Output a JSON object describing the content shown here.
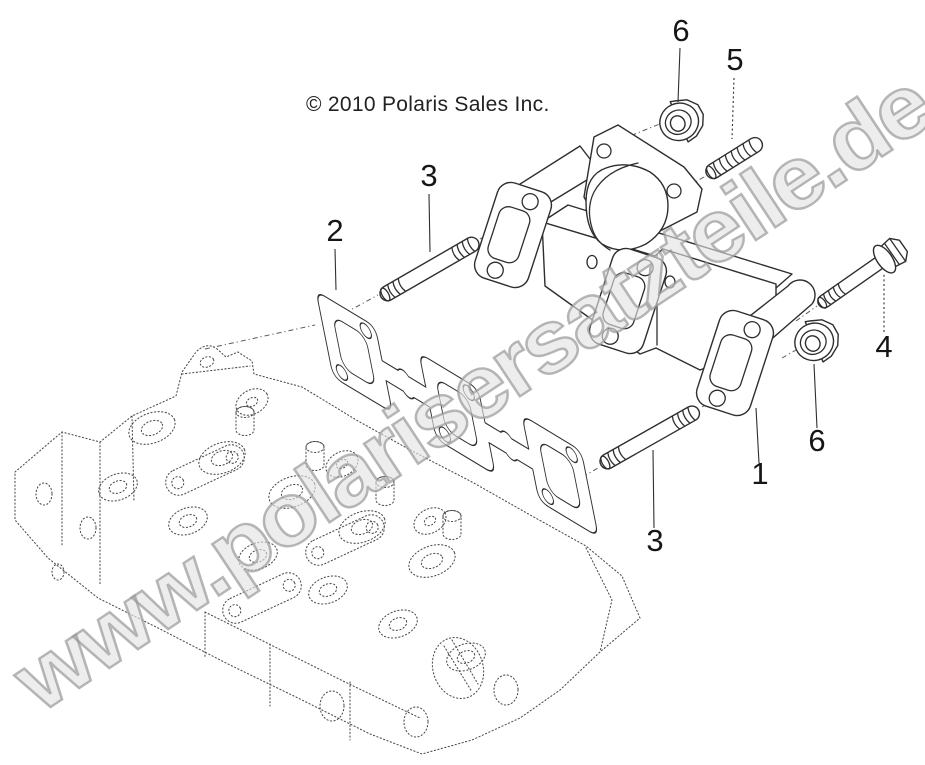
{
  "colors": {
    "background": "#ffffff",
    "line": "#2e2e2e",
    "head_line": "#4a4a4a",
    "watermark_fill": "#e2e2e2",
    "watermark_stroke": "#999999",
    "callout_text": "#161616"
  },
  "copyright_notice": "© 2010 Polaris Sales Inc.",
  "watermark": "www.polarisersatzteile.de",
  "callouts": [
    {
      "label": "6"
    },
    {
      "label": "5"
    },
    {
      "label": "3"
    },
    {
      "label": "2"
    },
    {
      "label": "4"
    },
    {
      "label": "6"
    },
    {
      "label": "1"
    },
    {
      "label": "3"
    }
  ]
}
